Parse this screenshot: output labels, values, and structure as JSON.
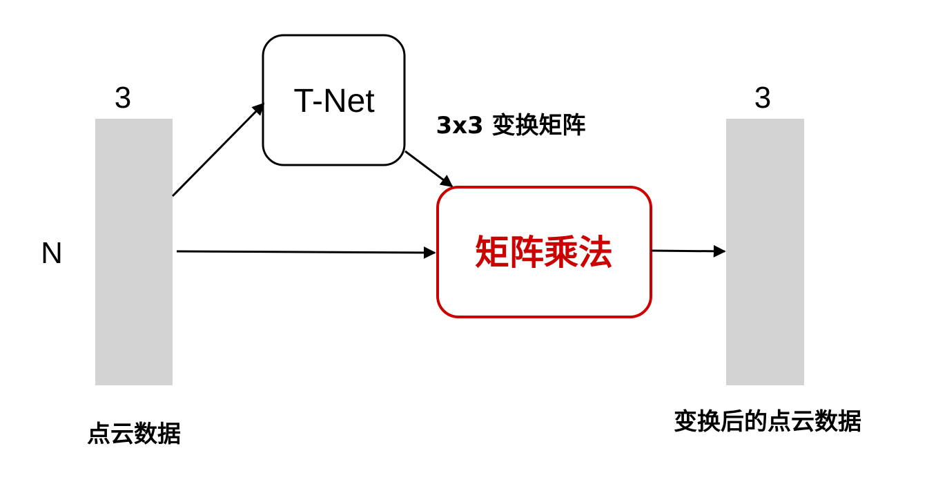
{
  "input": {
    "width_label": "3",
    "height_label": "N",
    "caption": "点云数据"
  },
  "tnet": {
    "label": "T-Net"
  },
  "transform": {
    "caption": "3x3 变换矩阵"
  },
  "matmul": {
    "label": "矩阵乘法"
  },
  "output": {
    "width_label": "3",
    "caption": "变换后的点云数据"
  },
  "colors": {
    "block_fill": "#d3d3d3",
    "accent": "#cc0000",
    "stroke": "#000000"
  }
}
